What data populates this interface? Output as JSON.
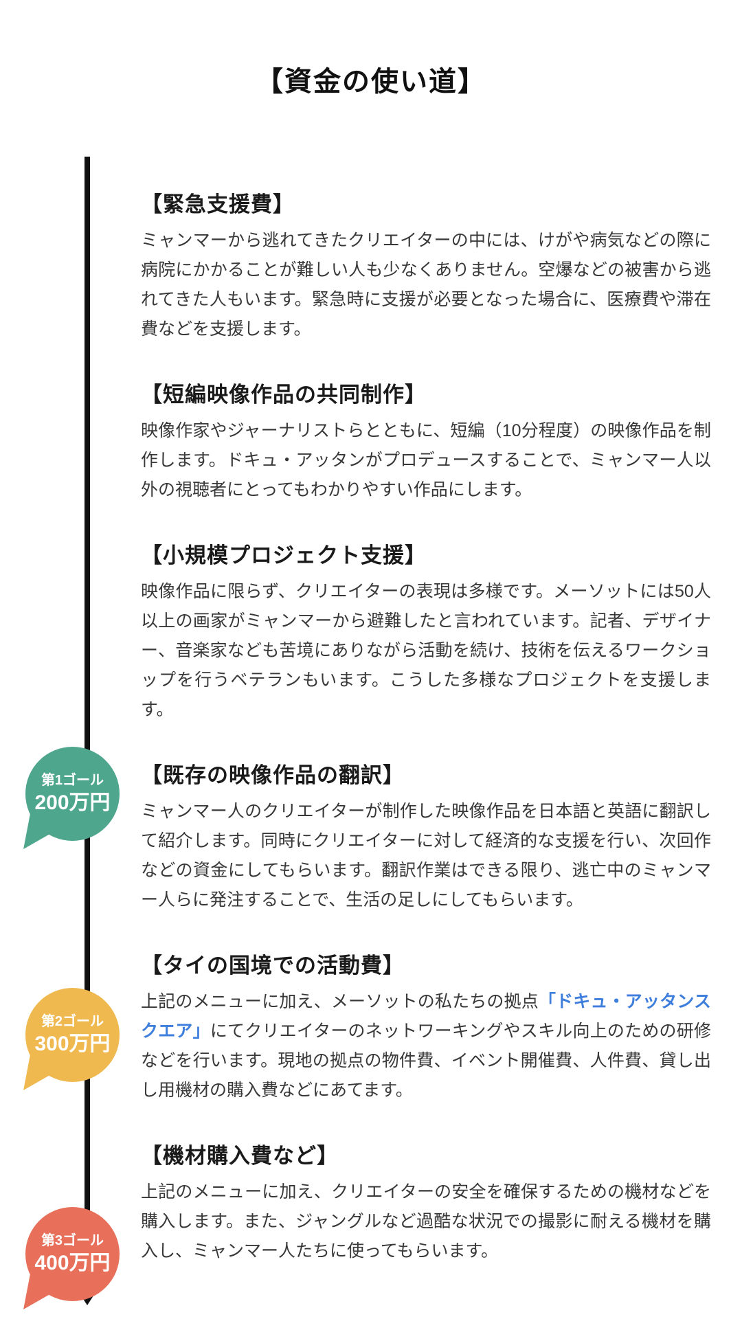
{
  "page": {
    "title": "【資金の使い道】"
  },
  "colors": {
    "timeline": "#111111",
    "link": "#3E7EDC"
  },
  "sections": [
    {
      "heading": "【緊急支援費】",
      "body": "ミャンマーから逃れてきたクリエイターの中には、けがや病気などの際に病院にかかることが難しい人も少なくありません。空爆などの被害から逃れてきた人もいます。緊急時に支援が必要となった場合に、医療費や滞在費などを支援します。"
    },
    {
      "heading": "【短編映像作品の共同制作】",
      "body": "映像作家やジャーナリストらとともに、短編（10分程度）の映像作品を制作します。ドキュ・アッタンがプロデュースすることで、ミャンマー人以外の視聴者にとってもわかりやすい作品にします。"
    },
    {
      "heading": "【小規模プロジェクト支援】",
      "body": "映像作品に限らず、クリエイターの表現は多様です。メーソットには50人以上の画家がミャンマーから避難したと言われています。記者、デザイナー、音楽家なども苦境にありながら活動を続け、技術を伝えるワークショップを行うベテランもいます。こうした多様なプロジェクトを支援します。"
    },
    {
      "heading": "【既存の映像作品の翻訳】",
      "body": "ミャンマー人のクリエイターが制作した映像作品を日本語と英語に翻訳して紹介します。同時にクリエイターに対して経済的な支援を行い、次回作などの資金にしてもらいます。翻訳作業はできる限り、逃亡中のミャンマー人らに発注することで、生活の足しにしてもらいます。"
    },
    {
      "heading": "【タイの国境での活動費】",
      "body_before": "上記のメニューに加え、メーソットの私たちの拠点",
      "link_text": "「ドキュ・アッタンスクエア」",
      "body_after": "にてクリエイターのネットワーキングやスキル向上のための研修などを行います。現地の拠点の物件費、イベント開催費、人件費、貸し出し用機材の購入費などにあてます。"
    },
    {
      "heading": "【機材購入費など】",
      "body": "上記のメニューに加え、クリエイターの安全を確保するための機材などを購入します。また、ジャングルなど過酷な状況での撮影に耐える機材を購入し、ミャンマー人たちに使ってもらいます。"
    }
  ],
  "goals": [
    {
      "label": "第1ゴール",
      "amount": "200万円",
      "color": "#4EA68D"
    },
    {
      "label": "第2ゴール",
      "amount": "300万円",
      "color": "#EFB950"
    },
    {
      "label": "第3ゴール",
      "amount": "400万円",
      "color": "#E8705A"
    }
  ]
}
